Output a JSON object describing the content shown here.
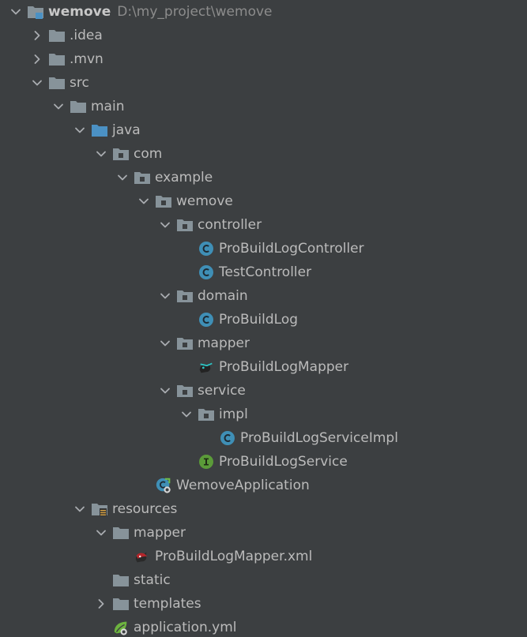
{
  "project": {
    "name": "wemove",
    "path": "D:\\my_project\\wemove"
  },
  "nodes": [
    {
      "label": "wemove",
      "depth": 0,
      "arrow": "expanded",
      "icon": "project-folder-icon"
    },
    {
      "label": ".idea",
      "depth": 1,
      "arrow": "collapsed",
      "icon": "folder-icon"
    },
    {
      "label": ".mvn",
      "depth": 1,
      "arrow": "collapsed",
      "icon": "folder-icon"
    },
    {
      "label": "src",
      "depth": 1,
      "arrow": "expanded",
      "icon": "folder-icon"
    },
    {
      "label": "main",
      "depth": 2,
      "arrow": "expanded",
      "icon": "folder-icon"
    },
    {
      "label": "java",
      "depth": 3,
      "arrow": "expanded",
      "icon": "source-folder-icon"
    },
    {
      "label": "com",
      "depth": 4,
      "arrow": "expanded",
      "icon": "package-icon"
    },
    {
      "label": "example",
      "depth": 5,
      "arrow": "expanded",
      "icon": "package-icon"
    },
    {
      "label": "wemove",
      "depth": 6,
      "arrow": "expanded",
      "icon": "package-icon"
    },
    {
      "label": "controller",
      "depth": 7,
      "arrow": "expanded",
      "icon": "package-icon"
    },
    {
      "label": "ProBuildLogController",
      "depth": 8,
      "arrow": "none",
      "icon": "class-icon"
    },
    {
      "label": "TestController",
      "depth": 8,
      "arrow": "none",
      "icon": "class-icon"
    },
    {
      "label": "domain",
      "depth": 7,
      "arrow": "expanded",
      "icon": "package-icon"
    },
    {
      "label": "ProBuildLog",
      "depth": 8,
      "arrow": "none",
      "icon": "class-icon"
    },
    {
      "label": "mapper",
      "depth": 7,
      "arrow": "expanded",
      "icon": "package-icon"
    },
    {
      "label": "ProBuildLogMapper",
      "depth": 8,
      "arrow": "none",
      "icon": "mybatis-mapper-icon"
    },
    {
      "label": "service",
      "depth": 7,
      "arrow": "expanded",
      "icon": "package-icon"
    },
    {
      "label": "impl",
      "depth": 8,
      "arrow": "expanded",
      "icon": "package-icon"
    },
    {
      "label": "ProBuildLogServiceImpl",
      "depth": 9,
      "arrow": "none",
      "icon": "class-icon"
    },
    {
      "label": "ProBuildLogService",
      "depth": 8,
      "arrow": "none",
      "icon": "interface-icon"
    },
    {
      "label": "WemoveApplication",
      "depth": 6,
      "arrow": "none",
      "icon": "spring-boot-app-icon"
    },
    {
      "label": "resources",
      "depth": 3,
      "arrow": "expanded",
      "icon": "resources-folder-icon"
    },
    {
      "label": "mapper",
      "depth": 4,
      "arrow": "expanded",
      "icon": "folder-icon"
    },
    {
      "label": "ProBuildLogMapper.xml",
      "depth": 5,
      "arrow": "none",
      "icon": "mybatis-xml-icon"
    },
    {
      "label": "static",
      "depth": 4,
      "arrow": "none",
      "icon": "folder-icon"
    },
    {
      "label": "templates",
      "depth": 4,
      "arrow": "collapsed",
      "icon": "folder-icon"
    },
    {
      "label": "application.yml",
      "depth": 4,
      "arrow": "none",
      "icon": "spring-yml-icon"
    }
  ],
  "colors": {
    "background": "#3c3f41",
    "text": "#bbbbbb",
    "path_text": "#8c8c8c",
    "folder": "#87939a",
    "source_folder": "#4b91c4",
    "class_icon": "#3f8fb6",
    "interface_icon": "#5b9b39",
    "arrow": "#a9acb0"
  }
}
